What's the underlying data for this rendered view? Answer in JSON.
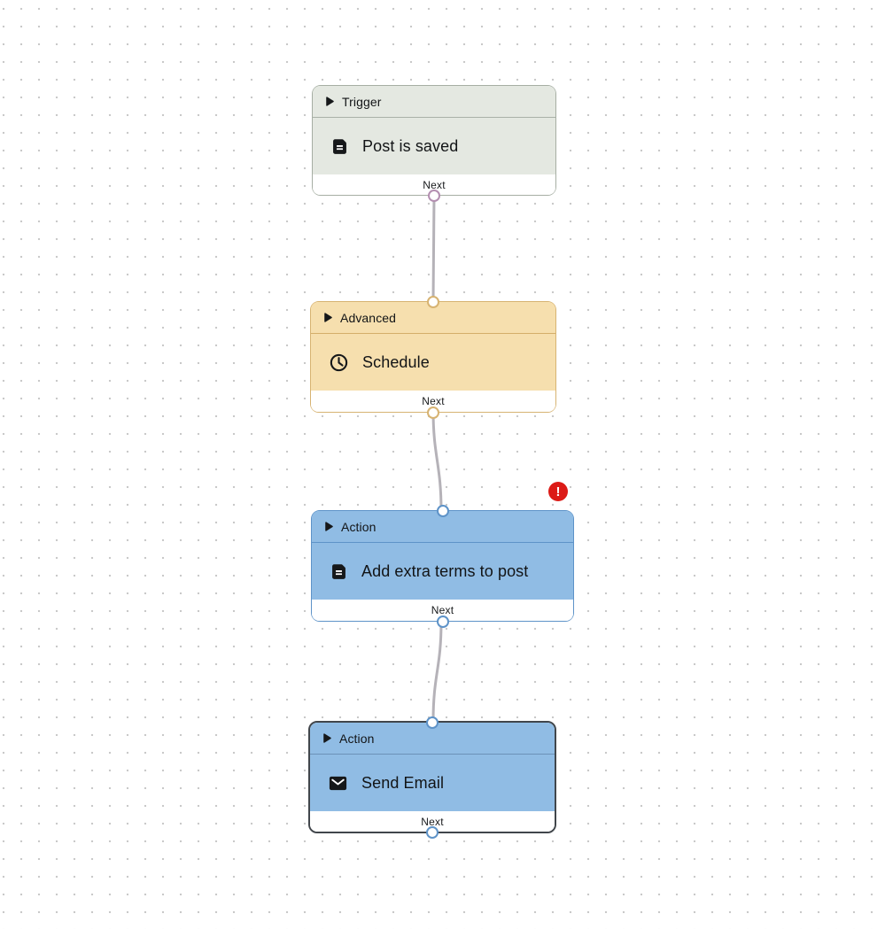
{
  "canvas": {
    "background_color": "#ffffff",
    "dot_color": "#c9c9c9",
    "connector_color": "#b5b2b8"
  },
  "error_badge": {
    "symbol": "!",
    "color": "#dc1b17"
  },
  "nodes": [
    {
      "category": "Trigger",
      "title": "Post is saved",
      "icon": "document-icon",
      "footer_label": "Next",
      "has_input_port": false,
      "has_error": false,
      "colors": {
        "fill": "#e4e8e1",
        "border": "#a6aea3",
        "divider": "#a9b1a7",
        "port": "#b48fb1"
      }
    },
    {
      "category": "Advanced",
      "title": "Schedule",
      "icon": "clock-icon",
      "footer_label": "Next",
      "has_input_port": true,
      "has_error": false,
      "colors": {
        "fill": "#f6dfae",
        "border": "#d7b372",
        "divider": "#d4ae6a",
        "port": "#d7b372"
      }
    },
    {
      "category": "Action",
      "title": "Add extra terms to post",
      "icon": "document-icon",
      "footer_label": "Next",
      "has_input_port": true,
      "has_error": true,
      "colors": {
        "fill": "#90bce4",
        "border": "#5e93c8",
        "divider": "#5e93c8",
        "port": "#5e93c8"
      }
    },
    {
      "category": "Action",
      "title": "Send Email",
      "icon": "envelope-icon",
      "footer_label": "Next",
      "has_input_port": true,
      "has_error": false,
      "colors": {
        "fill": "#90bce4",
        "border": "#41464b",
        "divider": "#6b91b8",
        "port": "#5e93c8"
      }
    }
  ]
}
